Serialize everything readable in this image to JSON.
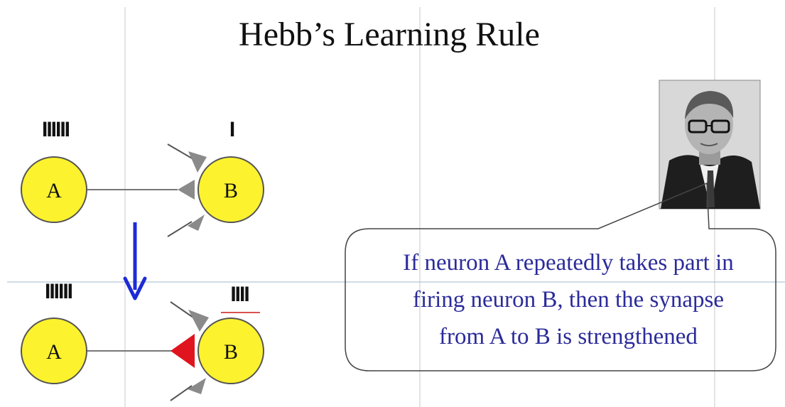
{
  "title": "Hebb’s Learning Rule",
  "top_diagram": {
    "neuron_a_label": "A",
    "neuron_b_label": "B",
    "spikes_a": "IIIIII",
    "spikes_b": "I"
  },
  "bottom_diagram": {
    "neuron_a_label": "A",
    "neuron_b_label": "B",
    "spikes_a": "IIIIII",
    "spikes_b": "IIII"
  },
  "callout": {
    "lines": [
      "If neuron A repeatedly takes part in",
      "firing neuron B, then the synapse",
      "from A to B is strengthened"
    ]
  },
  "colors": {
    "neuron_fill": "#fdf22e",
    "synapse_gray": "#8a8a8a",
    "strong_synapse": "#e0141e",
    "arrow": "#1d2bd6",
    "callout_text": "#2b2b9a",
    "underline": "#d9534f"
  },
  "icons": {
    "portrait": "portrait-photo",
    "arrow": "down-arrow-icon"
  }
}
